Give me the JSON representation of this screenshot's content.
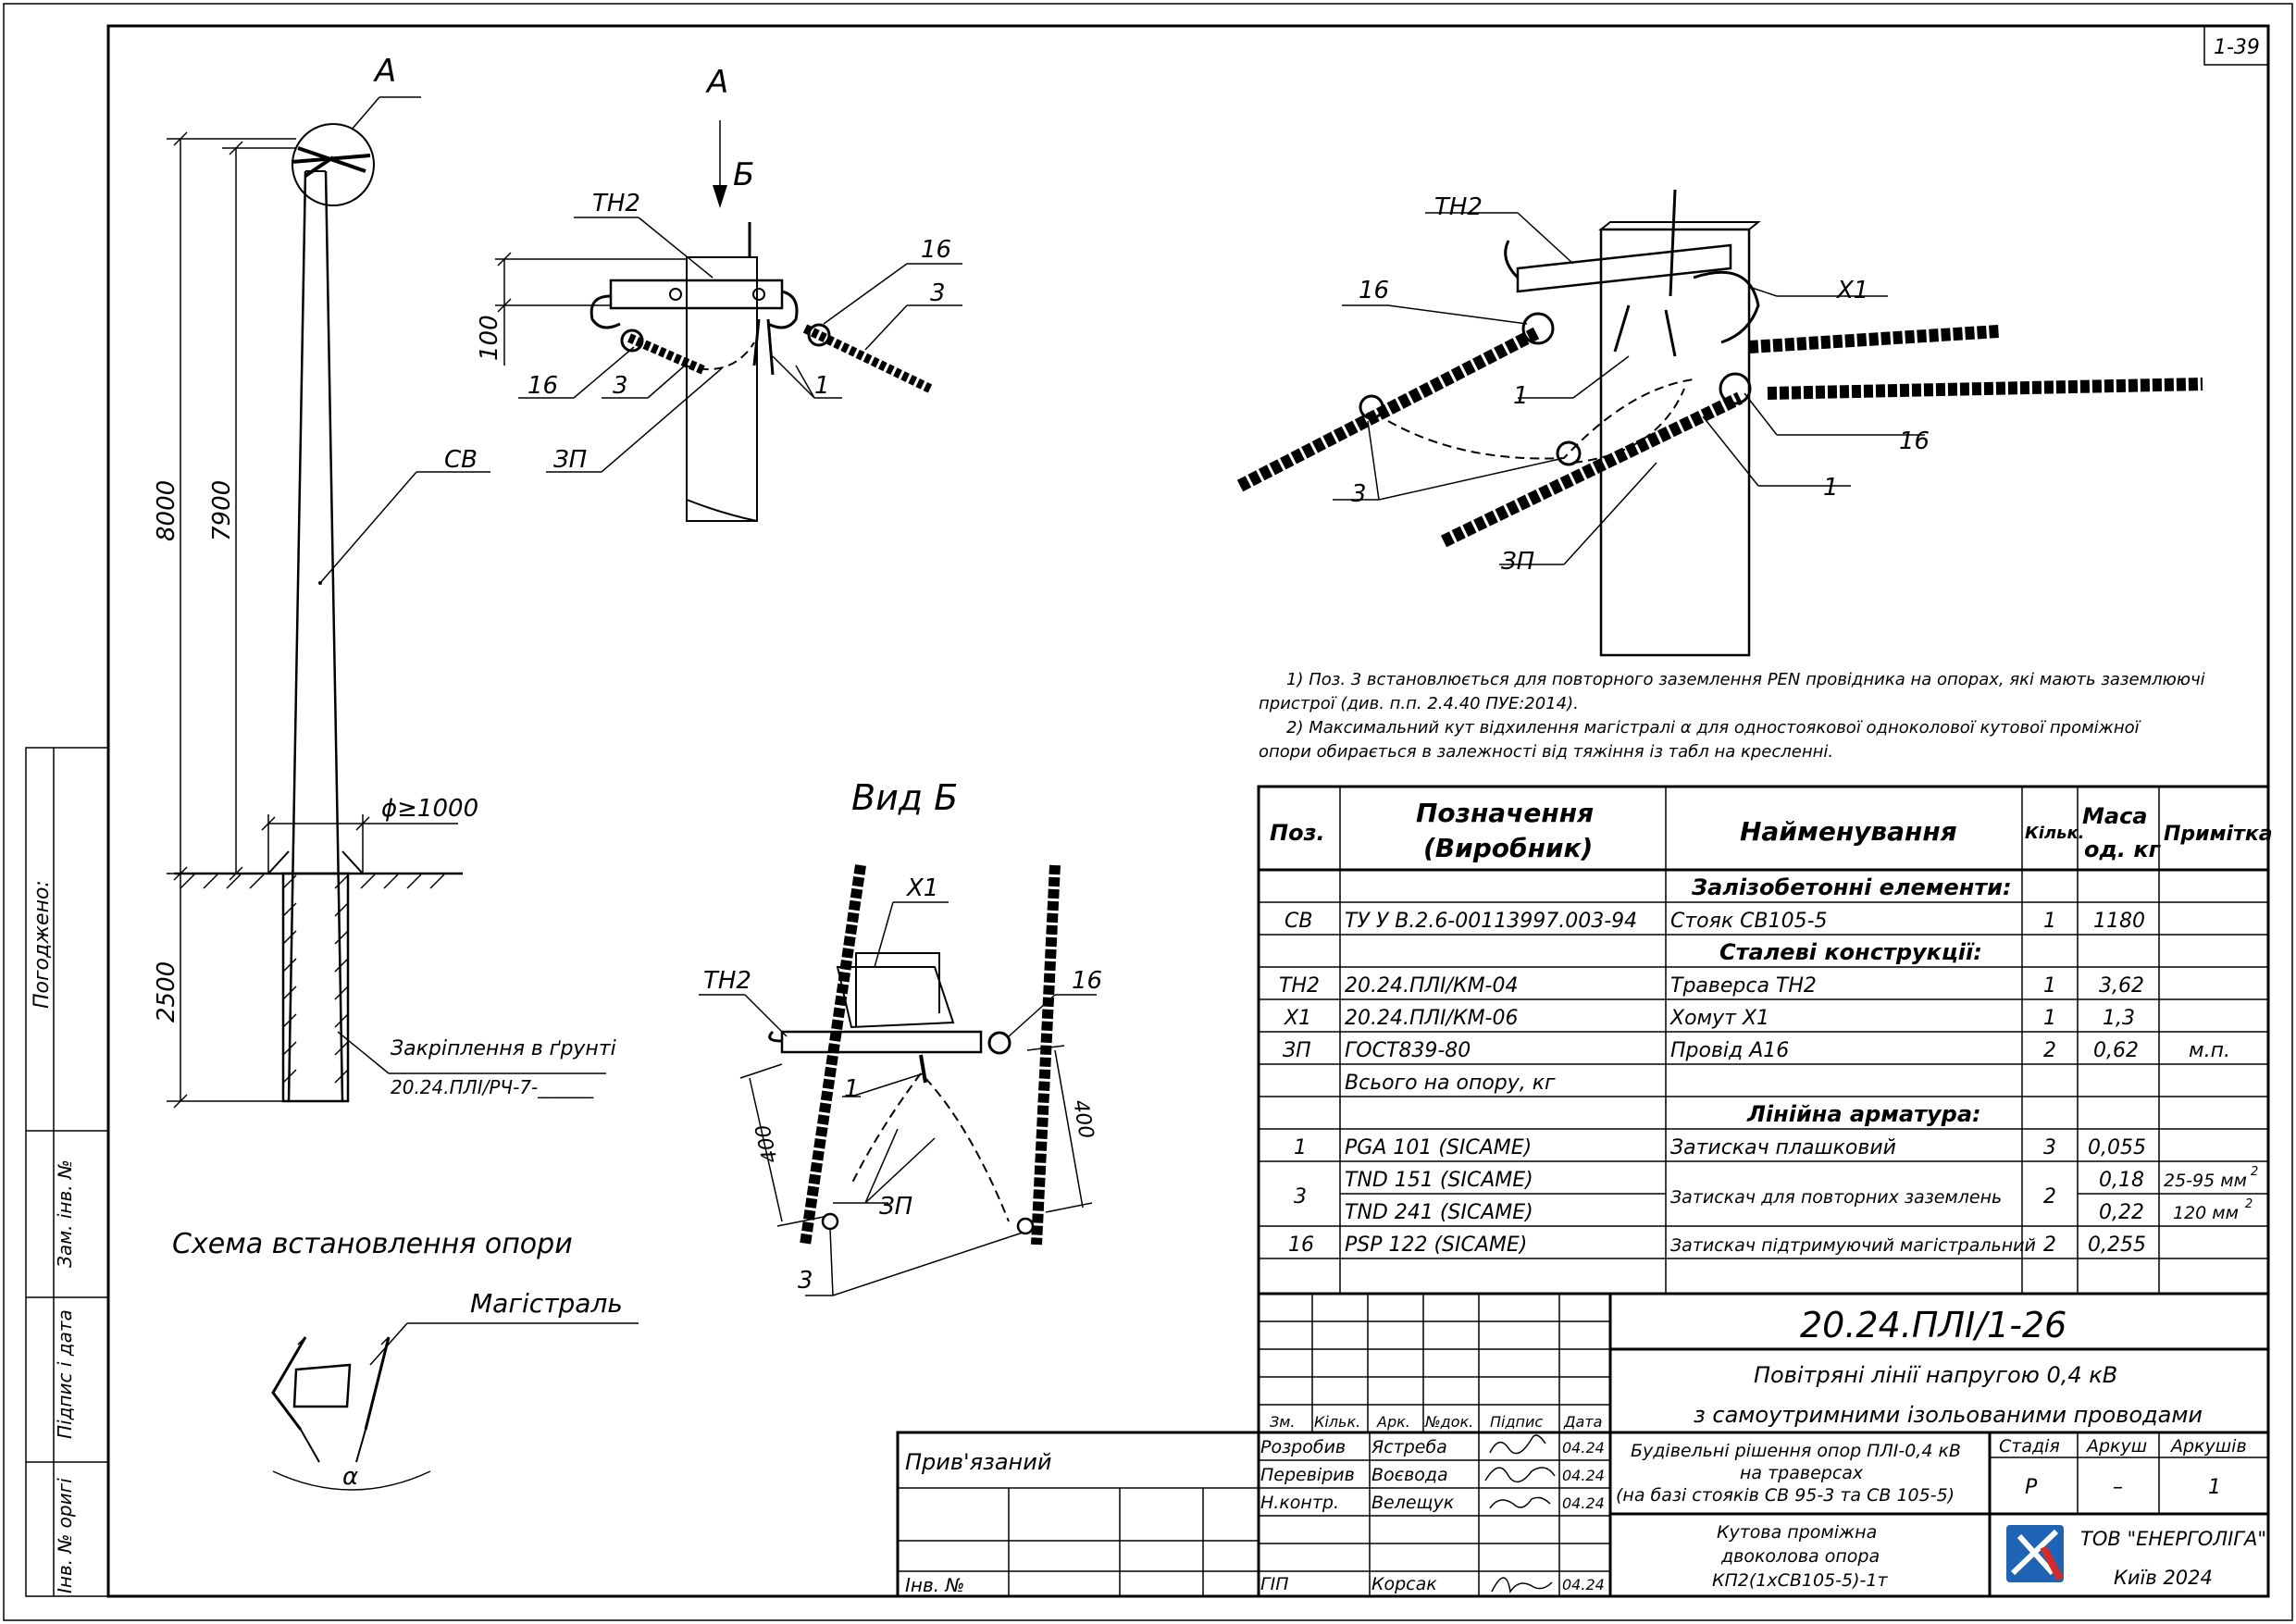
{
  "sheet_number": "1-39",
  "side_labels": {
    "agreed": "Погоджено:",
    "inv_replaced": "Зам. інв. №",
    "sign_date": "Підпис і дата",
    "inv_orig": "Інв. № оригі"
  },
  "install_scheme": {
    "node_label": "А",
    "pole_label": "СВ",
    "dim_total": "8000",
    "dim_above": "7900",
    "dim_ground": "2500",
    "dia": "ϕ≥1000",
    "fix_label": "Закріплення в ґрунті",
    "fix_ref": "20.24.ПЛІ/РЧ-7-______",
    "title": "Схема встановлення опори"
  },
  "view_a": {
    "title": "А",
    "arrow_label": "Б",
    "dim_100": "100",
    "labels": {
      "tn2": "ТН2",
      "c16a": "16",
      "c16b": "16",
      "c3a": "3",
      "c3b": "3",
      "c1": "1",
      "zp": "ЗП"
    }
  },
  "view_b": {
    "title": "Вид Б",
    "dim_left": "400",
    "dim_right": "400",
    "labels": {
      "x1": "Х1",
      "tn2": "ТН2",
      "c16": "16",
      "c1": "1",
      "zp": "ЗП",
      "c3": "3"
    }
  },
  "iso_view": {
    "labels": {
      "tn2": "ТН2",
      "x1": "Х1",
      "c16a": "16",
      "c16b": "16",
      "c1a": "1",
      "c1b": "1",
      "c3": "3",
      "zp": "ЗП"
    }
  },
  "angle_scheme": {
    "label": "Магістраль",
    "alpha": "α"
  },
  "notes": [
    "1) Поз. 3 встановлюється для повторного заземлення PEN провідника на опорах, які мають заземлюючі",
    "пристрої (див. п.п. 2.4.40 ПУЕ:2014).",
    "2) Максимальний кут відхилення магістралі α для одностоякової одноколової кутової проміжної",
    "опори обирається в залежності від тяжіння із табл на кресленні."
  ],
  "spec": {
    "headers": [
      "Поз.",
      "Позначення",
      "(Виробник)",
      "Найменування",
      "Кільк.",
      "Маса",
      "од. кг",
      "Примітка"
    ],
    "sections": [
      "Залізобетонні елементи:",
      "Сталеві конструкції:",
      "Лінійна арматура:"
    ],
    "rows": [
      {
        "pos": "СВ",
        "desig": "ТУ У В.2.6-00113997.003-94",
        "name": "Стояк СВ105-5",
        "qty": "1",
        "mass": "1180",
        "note": ""
      },
      {
        "pos": "ТН2",
        "desig": "20.24.ПЛІ/КМ-04",
        "name": "Траверса ТН2",
        "qty": "1",
        "mass": "3,62",
        "note": ""
      },
      {
        "pos": "Х1",
        "desig": "20.24.ПЛІ/КМ-06",
        "name": "Хомут Х1",
        "qty": "1",
        "mass": "1,3",
        "note": ""
      },
      {
        "pos": "ЗП",
        "desig": "ГОСТ839-80",
        "name": "Провід А16",
        "qty": "2",
        "mass": "0,62",
        "note": "м.п."
      },
      {
        "pos": "",
        "desig": "Всього на опору, кг",
        "name": "",
        "qty": "",
        "mass": "",
        "note": ""
      },
      {
        "pos": "1",
        "desig": "PGA 101  (SICAME)",
        "name": "Затискач плашковий",
        "qty": "3",
        "mass": "0,055",
        "note": ""
      },
      {
        "pos": "3",
        "desig": "TND 151  (SICAME)",
        "desig2": "TND 241  (SICAME)",
        "name": "Затискач для повторних заземлень",
        "qty": "2",
        "mass": "0,18",
        "mass2": "0,22",
        "note": "25-95 мм",
        "note2": "120 мм",
        "sup": "2"
      },
      {
        "pos": "16",
        "desig": "PSP 122  (SICAME)",
        "name": "Затискач підтримуючий магістральний",
        "qty": "2",
        "mass": "0,255",
        "note": ""
      }
    ]
  },
  "title_block": {
    "code": "20.24.ПЛІ/1-26",
    "line1": "Повітряні лінії напругою 0,4 кВ",
    "line2": "з самоутримними ізольованими проводами",
    "desc1": "Будівельні рішення опор ПЛІ-0,4 кВ",
    "desc2": "на траверсах",
    "desc3": "(на базі стояків СВ 95-3 та СВ 105-5)",
    "sheet_name1": "Кутова проміжна",
    "sheet_name2": "двоколова опора",
    "sheet_name3": "КП2(1хСВ105-5)-1т",
    "stage_h": "Стадія",
    "sheet_h": "Аркуш",
    "sheets_h": "Аркушів",
    "stage": "Р",
    "sheet": "–",
    "sheets": "1",
    "col_heads": [
      "Зм.",
      "Кільк.",
      "Арк.",
      "№док.",
      "Підпис",
      "Дата"
    ],
    "people": [
      {
        "role": "Розробив",
        "name": "Ястреба",
        "date": "04.24"
      },
      {
        "role": "Перевірив",
        "name": "Воєвода",
        "date": "04.24"
      },
      {
        "role": "Н.контр.",
        "name": "Велещук",
        "date": "04.24"
      },
      {
        "role": "ГІП",
        "name": "Корсак",
        "date": "04.24"
      }
    ],
    "company": "ТОВ \"ЕНЕРГОЛІГА\"",
    "city": "Київ 2024",
    "bound": "Прив'язаний",
    "inv": "Інв. №"
  }
}
